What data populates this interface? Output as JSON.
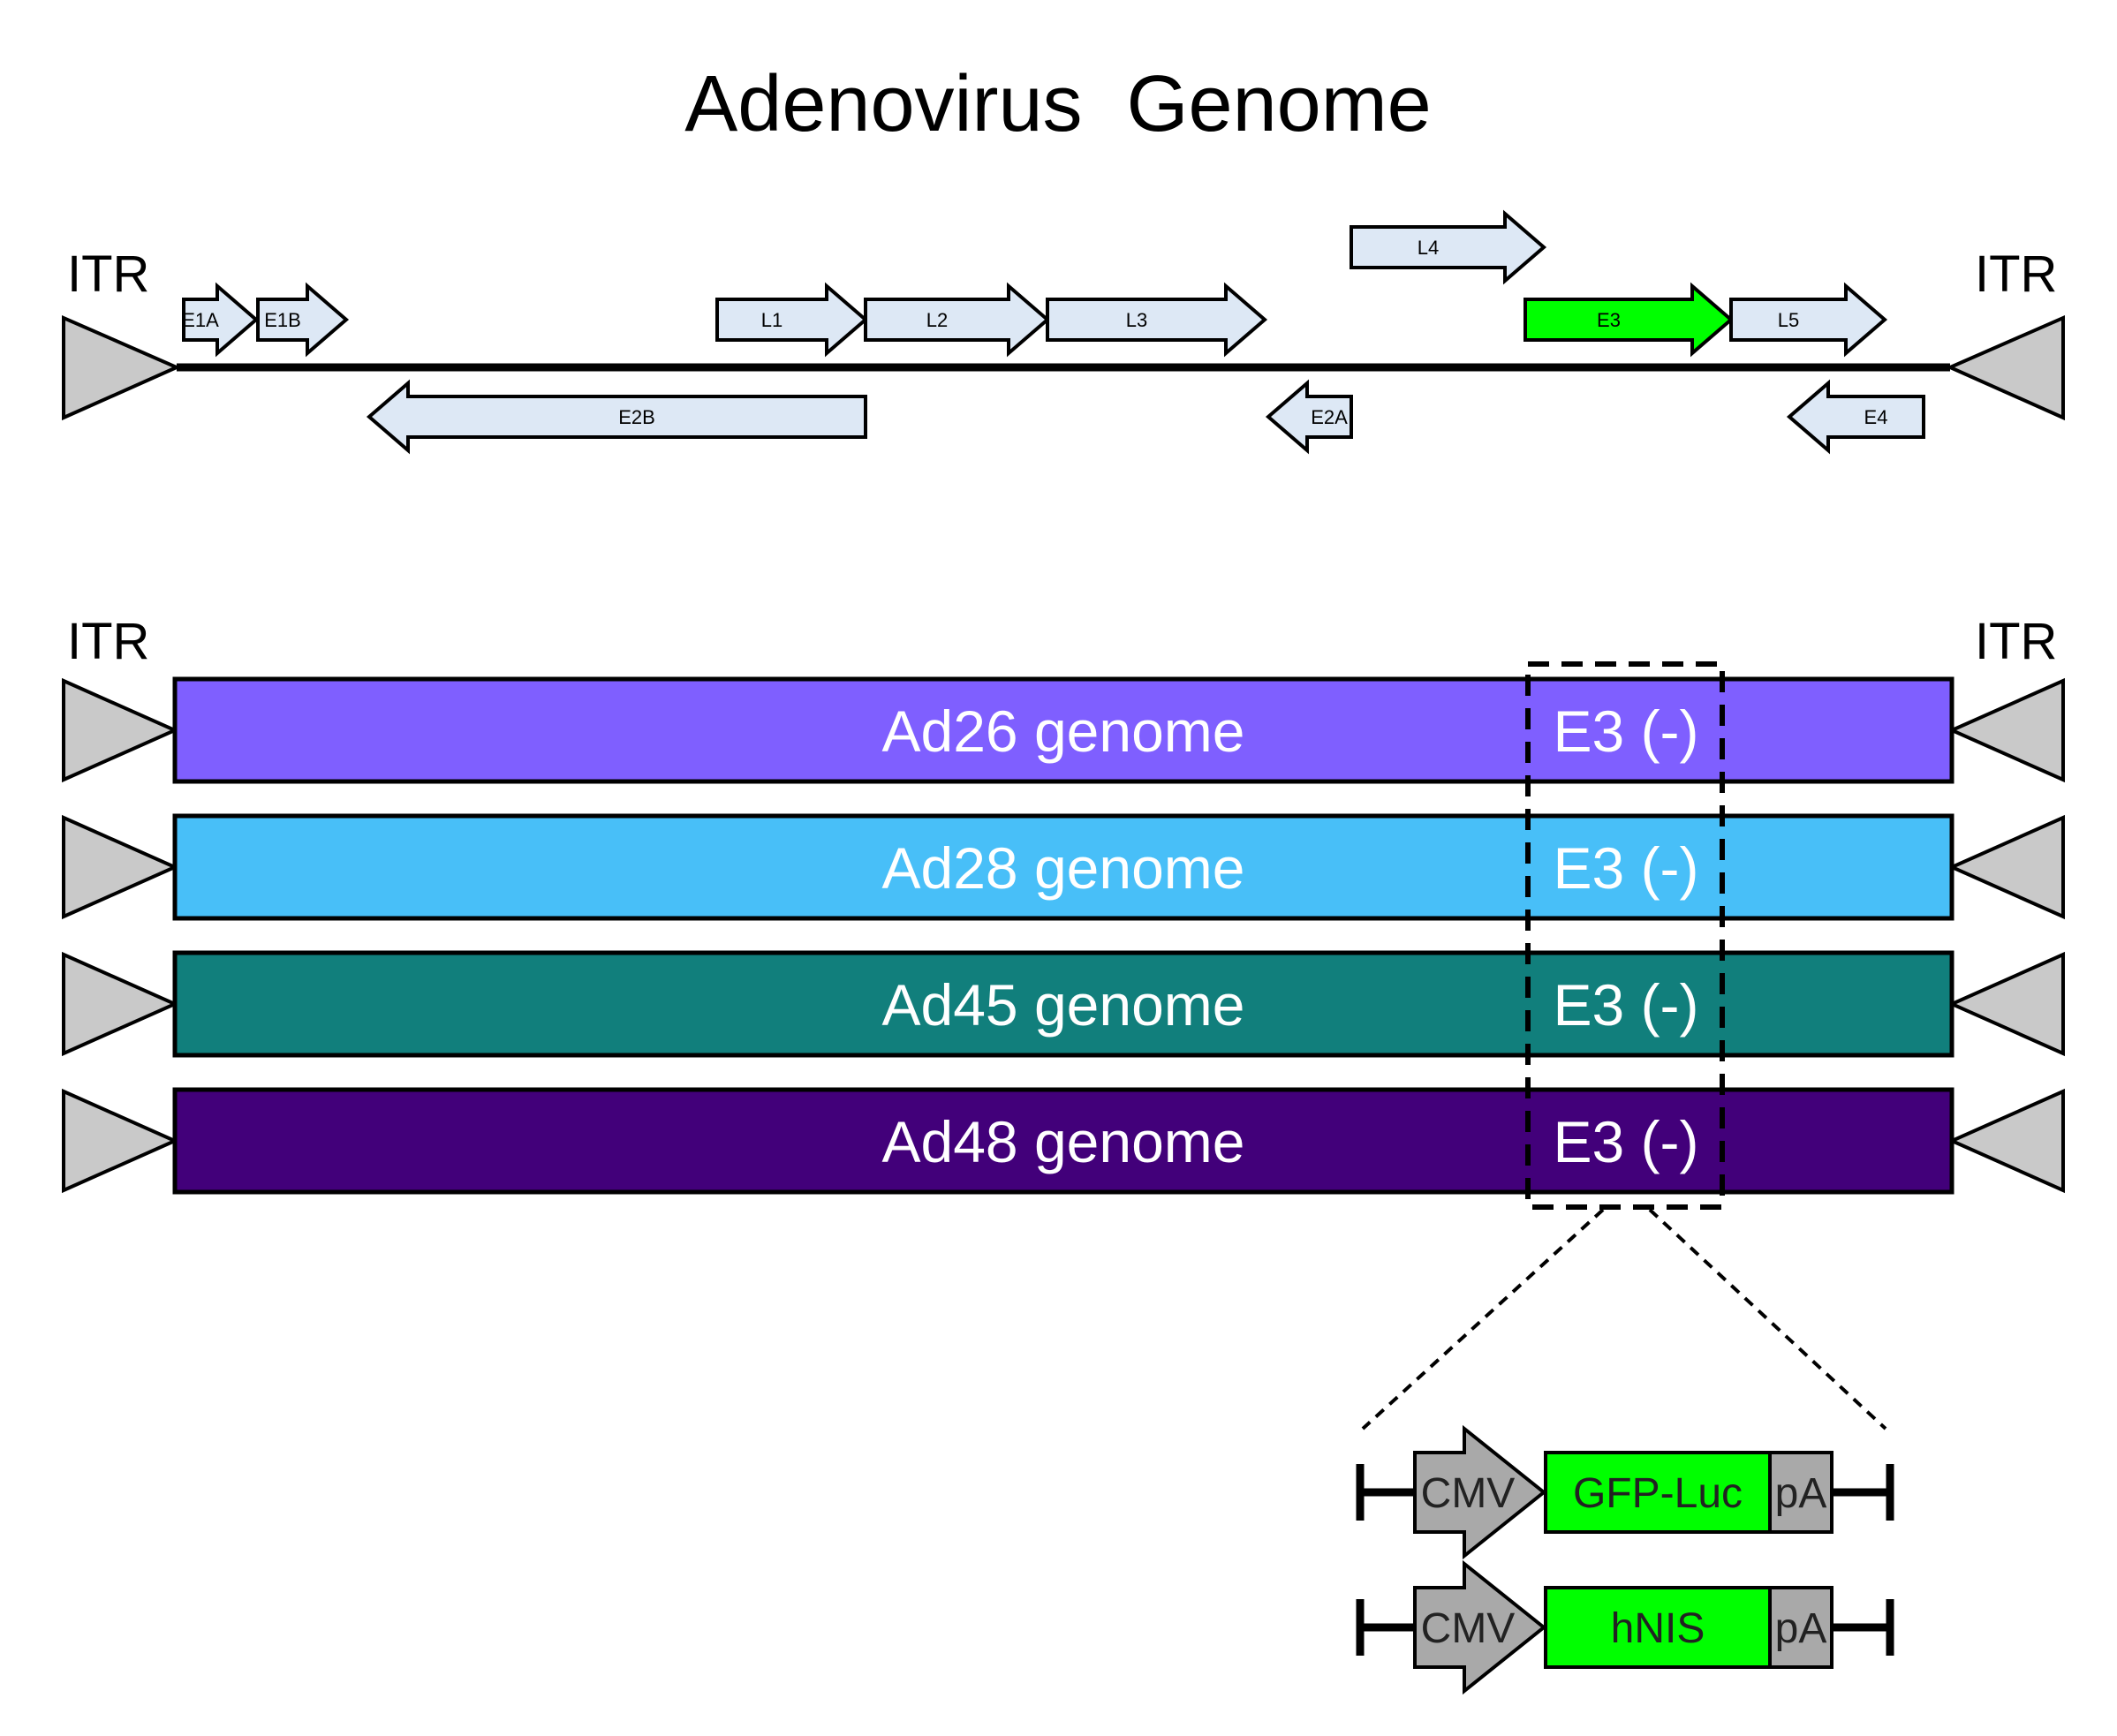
{
  "title": "Adenovirus  Genome",
  "itr_label": "ITR",
  "colors": {
    "gene_fill": "#dde8f5",
    "e3_fill": "#00ff00",
    "itr_fill": "#c9c9c9",
    "ad26": "#7f5fff",
    "ad28": "#48bff8",
    "ad45": "#117f7c",
    "ad48": "#42007a",
    "cassette_green": "#00ff00",
    "cassette_gray": "#a9a9a9"
  },
  "genes_forward": [
    {
      "id": "e1a",
      "label": "E1A"
    },
    {
      "id": "e1b",
      "label": "E1B"
    },
    {
      "id": "l1",
      "label": "L1"
    },
    {
      "id": "l2",
      "label": "L2"
    },
    {
      "id": "l3",
      "label": "L3"
    },
    {
      "id": "l4",
      "label": "L4"
    },
    {
      "id": "e3",
      "label": "E3"
    },
    {
      "id": "l5",
      "label": "L5"
    }
  ],
  "genes_reverse": [
    {
      "id": "e2b",
      "label": "E2B"
    },
    {
      "id": "e2a",
      "label": "E2A"
    },
    {
      "id": "e4",
      "label": "E4"
    }
  ],
  "genomes": [
    {
      "id": "ad26",
      "label": "Ad26 genome",
      "e3": "E3 (-)"
    },
    {
      "id": "ad28",
      "label": "Ad28 genome",
      "e3": "E3 (-)"
    },
    {
      "id": "ad45",
      "label": "Ad45 genome",
      "e3": "E3 (-)"
    },
    {
      "id": "ad48",
      "label": "Ad48 genome",
      "e3": "E3 (-)"
    }
  ],
  "cassettes": [
    {
      "promoter": "CMV",
      "transgene": "GFP-Luc",
      "polya": "pA"
    },
    {
      "promoter": "CMV",
      "transgene": "hNIS",
      "polya": "pA"
    }
  ]
}
